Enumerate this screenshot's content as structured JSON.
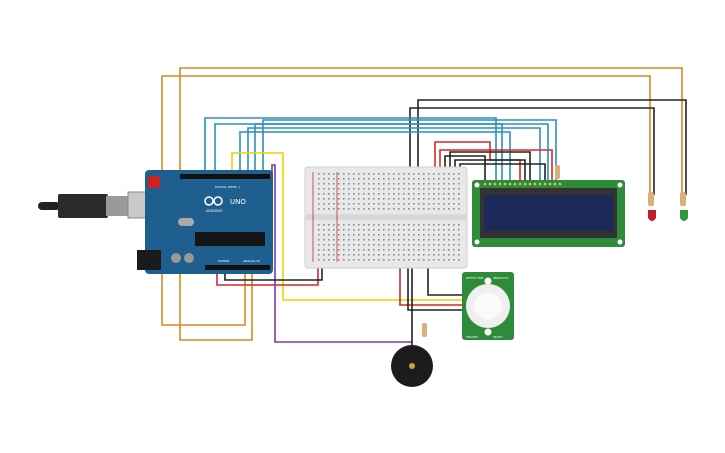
{
  "arduino": {
    "brand": "ARDUINO",
    "model": "UNO",
    "digital_label": "DIGITAL (PWM~)",
    "power_label": "POWER",
    "analog_label": "ANALOG IN",
    "board_color": "#1f5f8f"
  },
  "pir": {
    "top_left_label": "DETECT TIME",
    "top_right_label": "SENSITIVITY",
    "bottom_left_label": "TRIGGER",
    "bottom_right_label": "SELECT"
  },
  "lcd": {
    "screen_color": "#1b2a5a",
    "board_color": "#2e8b3a"
  },
  "leds": [
    {
      "color_name": "red",
      "color": "#c0202a"
    },
    {
      "color_name": "green",
      "color": "#2a9c3a"
    }
  ],
  "wire_colors": {
    "orange": "#d98a1e",
    "blue": "#2a8fc0",
    "black": "#222222",
    "red": "#d12a2a",
    "yellow": "#f0d000",
    "purple": "#7b3a9e"
  },
  "components": [
    "arduino-uno",
    "breadboard",
    "lcd-16x2",
    "pir-sensor",
    "piezo-buzzer",
    "red-led",
    "green-led",
    "resistors"
  ]
}
